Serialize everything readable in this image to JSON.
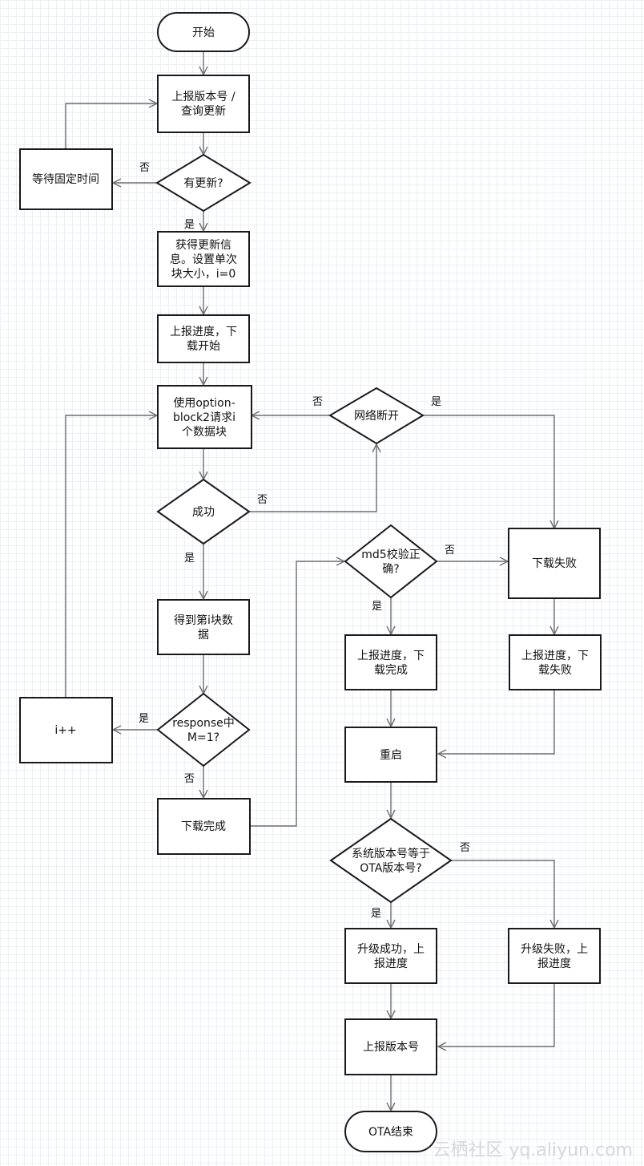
{
  "nodes": {
    "start": [
      "开始"
    ],
    "report_version": [
      "上报版本号 /",
      "查询更新"
    ],
    "wait": [
      "等待固定时间"
    ],
    "has_update": [
      "有更新?"
    ],
    "get_info": [
      "获得更新信",
      "息。设置单次",
      "块大小，i=0"
    ],
    "report_start": [
      "上报进度，下",
      "载开始"
    ],
    "request_block": [
      "使用option-",
      "block2请求i",
      "个数据块"
    ],
    "network_down": [
      "网络断开"
    ],
    "success": [
      "成功"
    ],
    "got_block": [
      "得到第i块数",
      "据"
    ],
    "increment": [
      "i++"
    ],
    "response_m1": [
      "response中",
      "M=1?"
    ],
    "download_done": [
      "下载完成"
    ],
    "md5_check": [
      "md5校验正",
      "确?"
    ],
    "download_failed": [
      "下载失败"
    ],
    "report_done": [
      "上报进度，下",
      "载完成"
    ],
    "report_failed": [
      "上报进度，下",
      "载失败"
    ],
    "reboot": [
      "重启"
    ],
    "version_equal": [
      "系统版本号等于",
      "OTA版本号?"
    ],
    "upgrade_ok": [
      "升级成功，上",
      "报进度"
    ],
    "upgrade_fail": [
      "升级失败，上",
      "报进度"
    ],
    "report_version_final": [
      "上报版本号"
    ],
    "ota_end": [
      "OTA结束"
    ]
  },
  "edges": {
    "has_update_no": "否",
    "has_update_yes": "是",
    "network_no": "否",
    "network_yes": "是",
    "success_no": "否",
    "success_yes": "是",
    "m1_yes": "是",
    "m1_no": "否",
    "md5_no": "否",
    "md5_yes": "是",
    "version_no": "否",
    "version_yes": "是"
  },
  "watermark": "云栖社区 yq.aliyun.com"
}
